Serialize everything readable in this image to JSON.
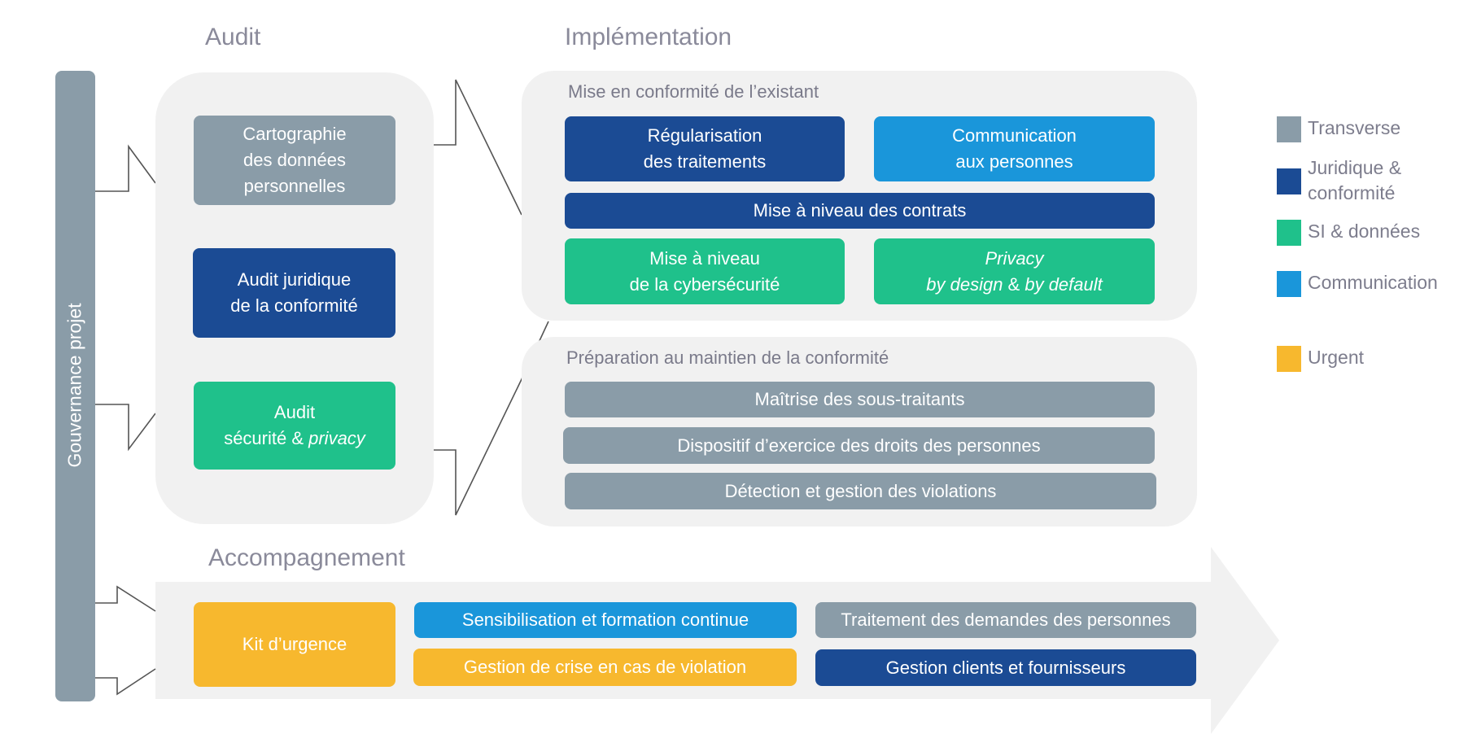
{
  "sections": {
    "audit": "Audit",
    "implementation": "Implémentation",
    "accompagnement": "Accompagnement"
  },
  "governance": {
    "label": "Gouvernance projet"
  },
  "audit_boxes": [
    {
      "lines": [
        "Cartographie",
        "des données",
        "personnelles"
      ],
      "category": "transverse"
    },
    {
      "lines": [
        "Audit juridique",
        "de la conformité"
      ],
      "category": "juridique"
    },
    {
      "line1": "Audit",
      "line2_prefix": "sécurité & ",
      "line2_italic": "privacy",
      "category": "si"
    }
  ],
  "implementation": {
    "mise_en_conformite": {
      "title": "Mise en conformité de l’existant",
      "regularisation": {
        "lines": [
          "Régularisation",
          "des traitements"
        ],
        "category": "juridique"
      },
      "communication": {
        "lines": [
          "Communication",
          "aux personnes"
        ],
        "category": "communication"
      },
      "contrats": {
        "label": "Mise à niveau des contrats",
        "category": "juridique"
      },
      "cybersecurite": {
        "lines": [
          "Mise à niveau",
          "de la cybersécurité"
        ],
        "category": "si"
      },
      "privacy": {
        "line1": "Privacy",
        "line2_a": "by design",
        "line2_mid": " & ",
        "line2_b": "by default",
        "category": "si"
      }
    },
    "maintien": {
      "title": "Préparation au maintien de la conformité",
      "items": [
        {
          "label": "Maîtrise des sous-traitants",
          "category": "transverse"
        },
        {
          "label": "Dispositif d’exercice des droits des personnes",
          "category": "transverse"
        },
        {
          "label": "Détection et gestion des violations",
          "category": "transverse"
        }
      ]
    }
  },
  "accompagnement": {
    "kit": {
      "label": "Kit d’urgence",
      "category": "urgent"
    },
    "sensibilisation": {
      "label": "Sensibilisation et formation continue",
      "category": "communication"
    },
    "crise": {
      "label": "Gestion de crise en cas de violation",
      "category": "urgent"
    },
    "demandes": {
      "label": "Traitement des demandes des personnes",
      "category": "transverse"
    },
    "clients": {
      "label": "Gestion clients et fournisseurs",
      "category": "juridique"
    }
  },
  "legend": [
    {
      "label": "Transverse",
      "color": "#8a9ca8"
    },
    {
      "label": "Juridique & conformité",
      "color": "#1b4b94"
    },
    {
      "label": "SI & données",
      "color": "#1fc18b"
    },
    {
      "label": "Communication",
      "color": "#1a96da"
    },
    {
      "label": "Urgent",
      "color": "#f7b82e"
    }
  ],
  "colors": {
    "transverse": "#8a9ca8",
    "juridique": "#1b4b94",
    "si": "#1fc18b",
    "communication": "#1a96da",
    "urgent": "#f7b82e",
    "panel": "#f1f1f1"
  }
}
